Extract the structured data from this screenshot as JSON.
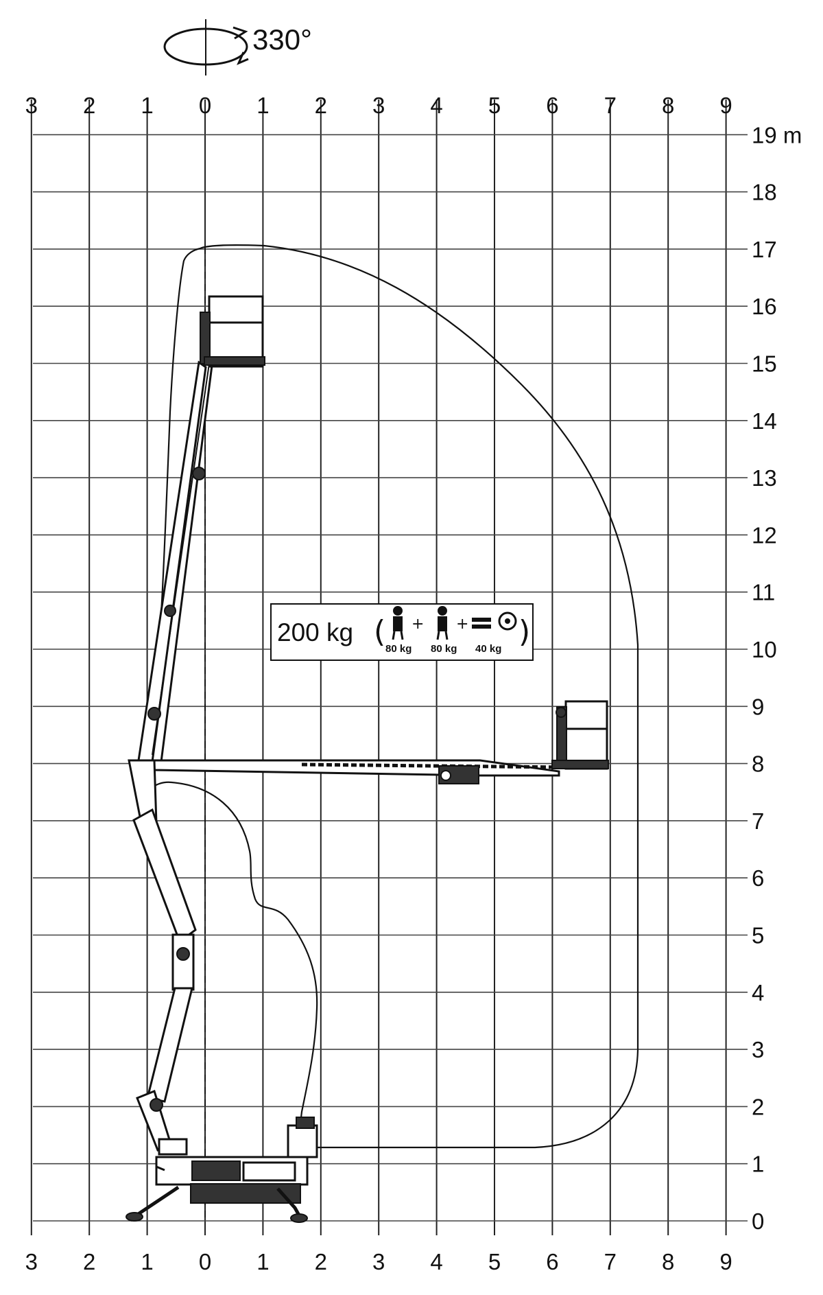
{
  "rotation": {
    "label": "330°",
    "icon": "rotation-ellipse-arrow-icon"
  },
  "x_axis": {
    "ticks": [
      "3",
      "2",
      "1",
      "0",
      "1",
      "2",
      "3",
      "4",
      "5",
      "6",
      "7",
      "8",
      "9"
    ],
    "values": [
      -3,
      -2,
      -1,
      0,
      1,
      2,
      3,
      4,
      5,
      6,
      7,
      8,
      9
    ]
  },
  "y_axis": {
    "ticks": [
      "19 m",
      "18",
      "17",
      "16",
      "15",
      "14",
      "13",
      "12",
      "11",
      "10",
      "9",
      "8",
      "7",
      "6",
      "5",
      "4",
      "3",
      "2",
      "1",
      "0"
    ],
    "values": [
      19,
      18,
      17,
      16,
      15,
      14,
      13,
      12,
      11,
      10,
      9,
      8,
      7,
      6,
      5,
      4,
      3,
      2,
      1,
      0
    ]
  },
  "load": {
    "total": "200 kg",
    "person1": "80 kg",
    "person2": "80 kg",
    "tools": "40 kg",
    "icons": [
      "person-icon",
      "person-icon",
      "tools-icon"
    ]
  },
  "colors": {
    "line": "#111111",
    "background": "#ffffff"
  }
}
